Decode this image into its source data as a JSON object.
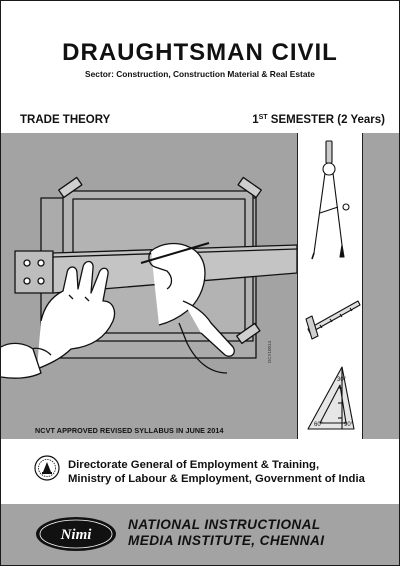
{
  "header": {
    "title": "DRAUGHTSMAN CIVIL",
    "sector": "Sector: Construction, Construction Material & Real Estate"
  },
  "subheader": {
    "left": "TRADE THEORY",
    "semester_num": "1",
    "semester_sup": "ST",
    "semester_rest": " SEMESTER (2 Years)"
  },
  "illustration": {
    "code": "DCY10014",
    "angle_top": "30°",
    "angle_left": "60°",
    "angle_right": "90°"
  },
  "approval_note": "NCVT APPROVED REVISED SYLLABUS IN JUNE 2014",
  "publisher": {
    "line1": "Directorate General of Employment & Training,",
    "line2": "Ministry of Labour & Employment, Government of India"
  },
  "footer": {
    "logo_text": "Nimi",
    "line1": "NATIONAL  INSTRUCTIONAL",
    "line2": "MEDIA INSTITUTE, CHENNAI"
  },
  "colors": {
    "band_gray": "#a3a3a3",
    "ink": "#111111",
    "paper": "#ffffff"
  }
}
